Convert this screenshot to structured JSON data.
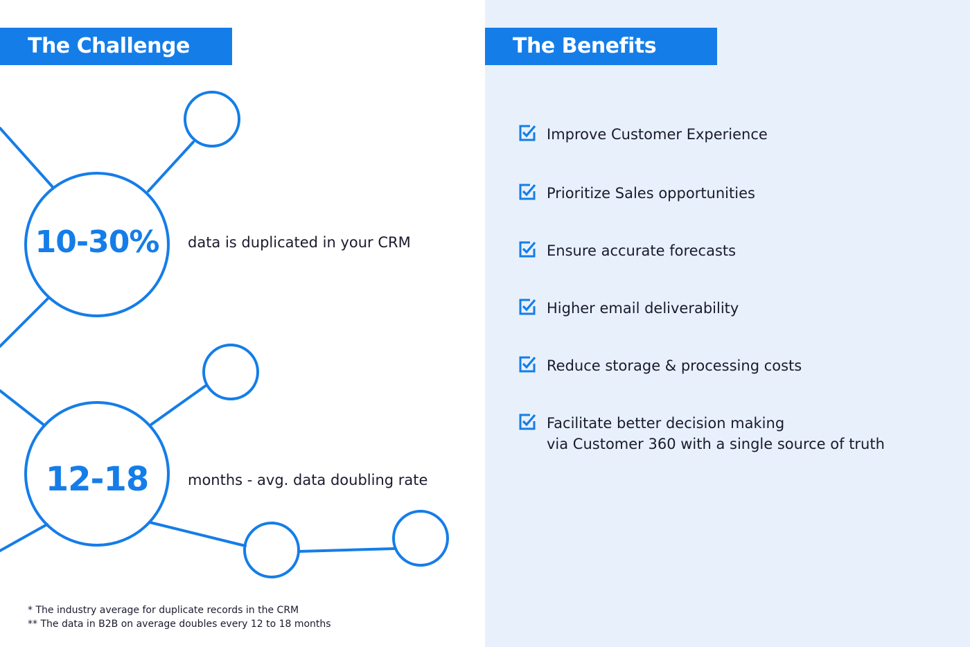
{
  "colors": {
    "accent": "#157de8",
    "right_bg": "#e8f1fb",
    "text": "#1a1a2e"
  },
  "challenge": {
    "title": "The Challenge",
    "stats": [
      {
        "value": "10-30%",
        "description": "data is duplicated in your CRM"
      },
      {
        "value": "12-18",
        "description": "months - avg. data doubling rate"
      }
    ],
    "footnotes": [
      "* The industry average for duplicate records in the CRM",
      "** The data in B2B on average doubles every 12 to 18 months"
    ]
  },
  "benefits": {
    "title": "The Benefits",
    "icon": "checkbox-checked-icon",
    "items": [
      {
        "text": "Improve Customer Experience"
      },
      {
        "text": "Prioritize Sales opportunities"
      },
      {
        "text": "Ensure accurate forecasts"
      },
      {
        "text": "Higher email deliverability"
      },
      {
        "text": "Reduce storage & processing costs"
      },
      {
        "text": "Facilitate better decision making\nvia Customer 360 with a single source of truth"
      }
    ]
  }
}
